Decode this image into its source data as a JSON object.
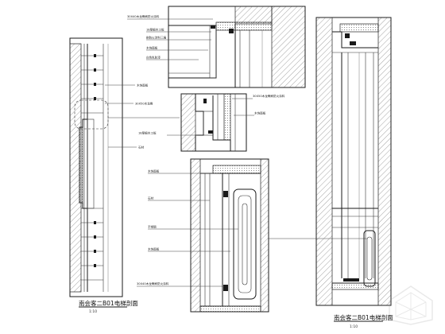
{
  "labels": {
    "top_spec_1": "30X40木龙骨刷防火涂料",
    "middle_spec": "30X50木龙骨刷防火涂料",
    "bottom_spec": "30X40木龙骨刷防火涂料"
  },
  "titles": {
    "left_title": "南会客二B01电梯剖面",
    "left_scale": "1:10",
    "right_title": "南会客二B01电梯剖面",
    "right_scale": "1:10"
  },
  "watermark": {
    "icon": "zhulong-logo-icon"
  },
  "colors": {
    "line": "#1a1a1a",
    "background": "#ffffff"
  }
}
